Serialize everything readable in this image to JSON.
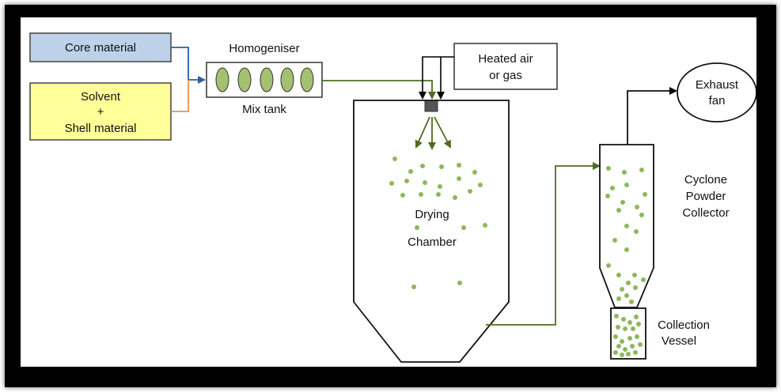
{
  "labels": {
    "core_material": "Core material",
    "solvent": "Solvent",
    "plus": "+",
    "shell_material": "Shell material",
    "homogeniser": "Homogeniser",
    "mix_tank": "Mix tank",
    "heated_air_line1": "Heated air",
    "heated_air_line2": "or gas",
    "drying": "Drying",
    "chamber": "Chamber",
    "exhaust_line1": "Exhaust",
    "exhaust_line2": "fan",
    "cyclone_line1": "Cyclone",
    "cyclone_line2": "Powder",
    "cyclone_line3": "Collector",
    "collection_line1": "Collection",
    "collection_line2": "Vessel"
  },
  "colors": {
    "core_box": "#bdd1e8",
    "solvent_box": "#ffff99",
    "particle": "#8db85a",
    "feed_line": "#4e6d1f",
    "core_line": "#2b5ea8",
    "solvent_line": "#e8944f"
  }
}
